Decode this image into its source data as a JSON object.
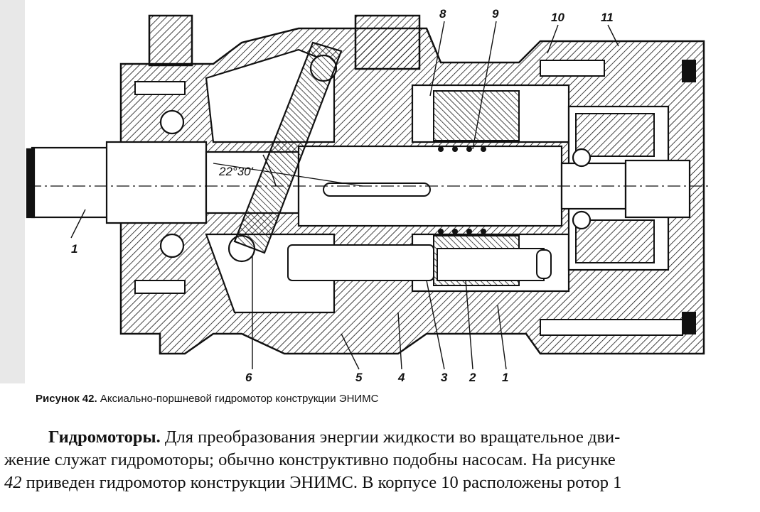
{
  "figure": {
    "angle_label": "22°30'",
    "callouts": [
      "8",
      "9",
      "10",
      "11",
      "1",
      "6",
      "5",
      "4",
      "3",
      "2",
      "1"
    ],
    "caption_prefix": "Рисунок 42.",
    "caption_text": " Аксиально-поршневой гидромотор конструкции ЭНИМС"
  },
  "paragraph": {
    "heading": "Гидромоторы.",
    "line1_rest": " Для преобразования энергии жидкости во вращательное дви-",
    "line2": "жение служат гидромоторы; обычно конструктивно подобны насосам. На рисунке",
    "line3_ref": "42",
    "line3_rest": " приведен гидромотор конструкции ЭНИМС. В корпусе 10 расположены ротор 1"
  }
}
